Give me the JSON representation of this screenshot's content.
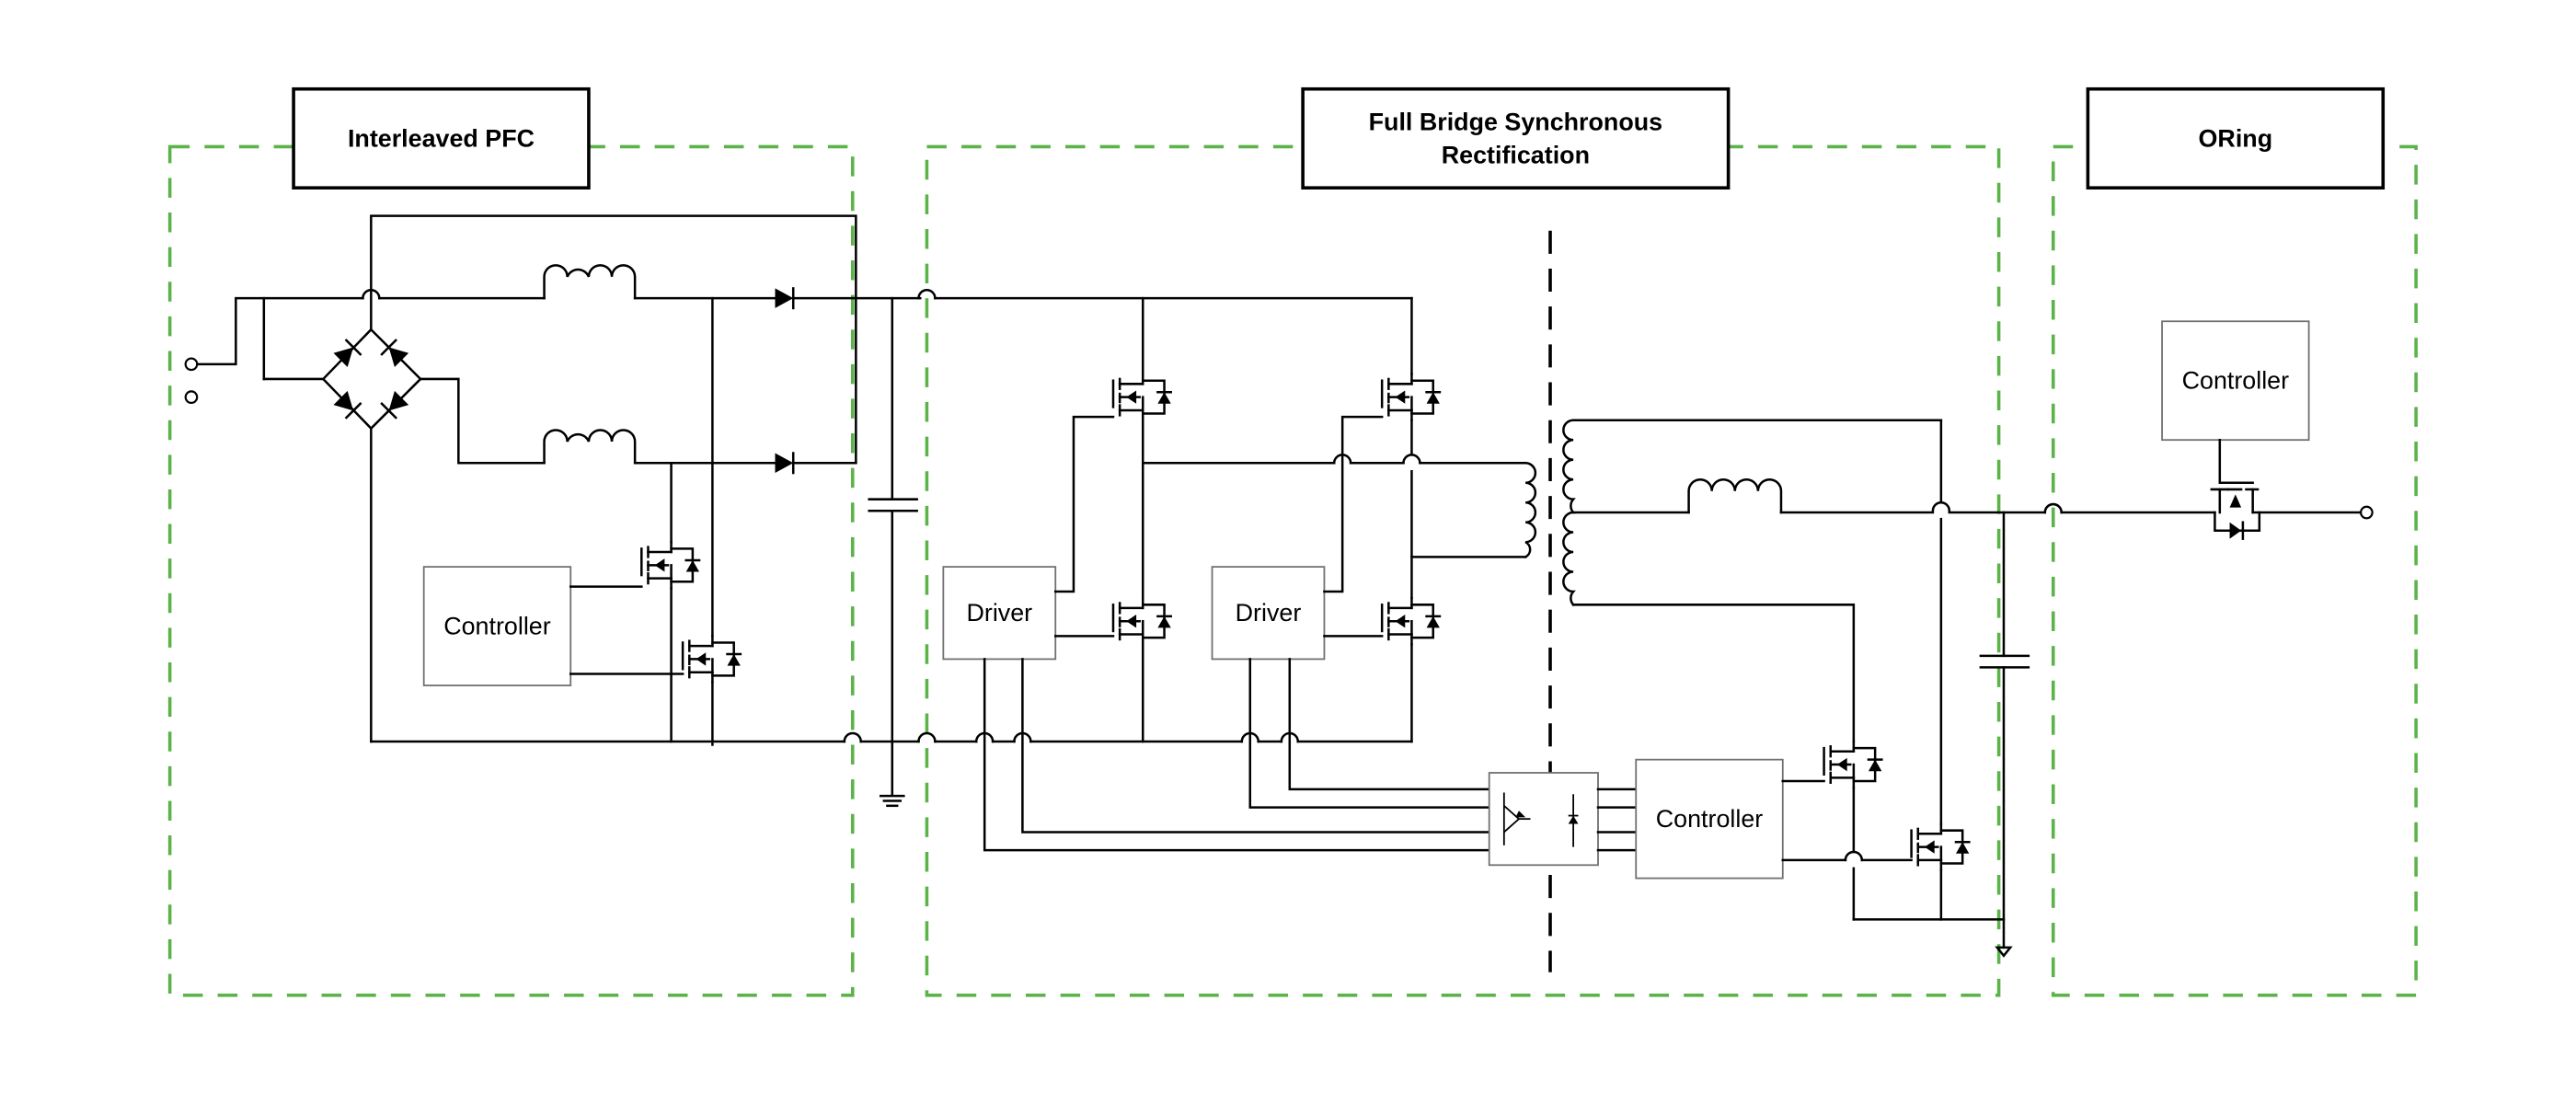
{
  "diagram": {
    "type": "power-supply-block-schematic",
    "stages": [
      {
        "id": "pfc",
        "title": "Interleaved PFC"
      },
      {
        "id": "fbsr",
        "title_line1": "Full Bridge Synchronous",
        "title_line2": "Rectification"
      },
      {
        "id": "oring",
        "title": "ORing"
      }
    ],
    "blocks": {
      "pfc_controller": "Controller",
      "driver_1": "Driver",
      "driver_2": "Driver",
      "secondary_controller": "Controller",
      "oring_controller": "Controller"
    },
    "components": [
      "ac-input-terminals",
      "bridge-rectifier",
      "pfc-inductor-1",
      "pfc-inductor-2",
      "pfc-boost-diode-1",
      "pfc-boost-diode-2",
      "pfc-mosfet-1",
      "pfc-mosfet-2",
      "bulk-capacitor",
      "chassis-ground",
      "full-bridge-mosfets-x4",
      "isolation-transformer",
      "optocoupler",
      "output-inductor",
      "sync-rectifier-mosfets-x2",
      "output-capacitor",
      "secondary-ground",
      "oring-mosfet",
      "output-terminal"
    ],
    "colors": {
      "group_border": "#5cb34a",
      "wire": "#000000",
      "component_box_border": "#707070"
    }
  }
}
